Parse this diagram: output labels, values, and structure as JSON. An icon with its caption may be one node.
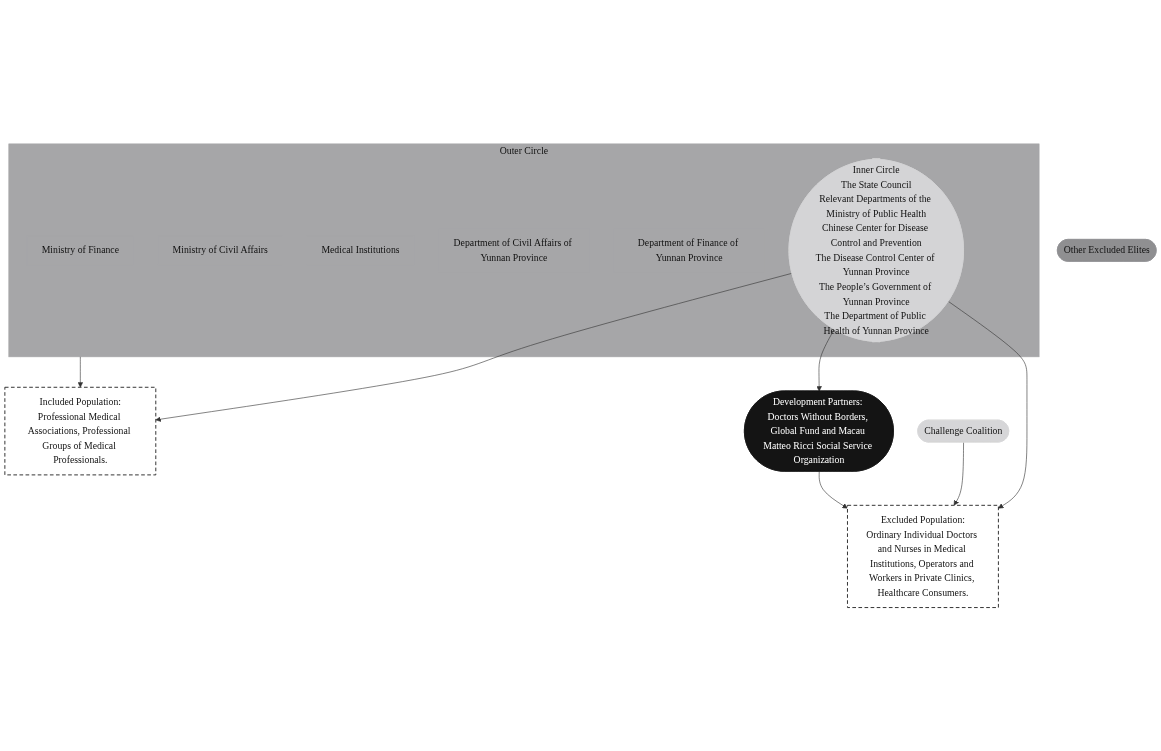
{
  "diagram": {
    "nodes": [
      {
        "text": [
          "Included Population:",
          "Professional Medical Associations, Professional Groups of Medical Professionals."
        ]
      },
      {
        "text": [
          "Development Partners: Doctors Without Borders, Global Fund and Macau Matteo Ricci Social Service Organization"
        ]
      },
      {
        "text": [
          "Challenge Coalition"
        ]
      },
      {
        "text": [
          "Outer Circle",
          "Ministry of Finance",
          "Ministry of Civil Affairs",
          "Medical Institutions",
          "Department of Civil Affairs of Yunnan Province",
          "Department of Finance of Yunnan Province"
        ]
      },
      {
        "text": [
          "Inner Circle",
          "The State Council",
          "Relevant Departments of the Ministry of Public Health",
          "Chinese Center for Disease Control and Prevention",
          "The Disease Control Center of Yunnan Province",
          "The People’s Government of Yunnan Province",
          "The Department of Public Health of Yunnan Province"
        ],
        "in": 3
      },
      {
        "text": [
          "Other Excluded Elites"
        ]
      },
      {
        "text": [
          "Excluded Population:",
          "Ordinary Individual Doctors and Nurses in Medical Institutions, Operators and Workers in Private Clinics, Healthcare Consumers."
        ]
      }
    ],
    "edges": [
      {
        "from": 3,
        "to": 0,
        "arrow": "to"
      },
      {
        "from": 4,
        "to": 0,
        "arrow": "to"
      },
      {
        "from": 4,
        "to": 1,
        "arrow": "to"
      },
      {
        "from": 4,
        "to": 6,
        "arrow": "to"
      },
      {
        "from": 1,
        "to": 6,
        "arrow": "to"
      },
      {
        "from": 2,
        "to": 6,
        "arrow": "to"
      }
    ]
  }
}
